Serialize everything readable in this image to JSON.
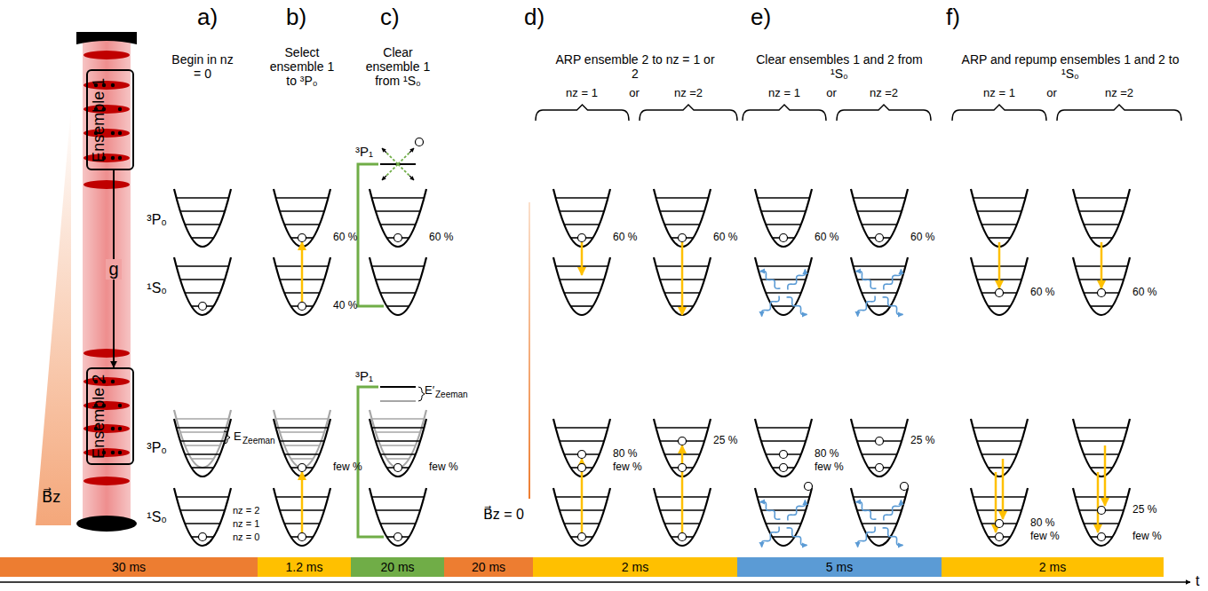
{
  "diagram": {
    "nodes": [
      {
        "text": [
          "Ensemble 1"
        ]
      },
      {
        "text": [
          "Ensemble 2"
        ]
      },
      {
        "text": [
          "30 ms"
        ]
      },
      {
        "text": [
          "1.2 ms"
        ]
      },
      {
        "text": [
          "20 ms"
        ]
      },
      {
        "text": [
          "20 ms"
        ]
      },
      {
        "text": [
          "2 ms"
        ]
      },
      {
        "text": [
          "5 ms"
        ]
      },
      {
        "text": [
          "2 ms"
        ]
      }
    ],
    "edges": [
      {
        "from": 0,
        "to": 1,
        "arrow": "to",
        "label": "g"
      }
    ],
    "labels": [
      "a)",
      "Begin in nz = 0",
      "b)",
      "Select ensemble 1 to ³P₀",
      "c)",
      "Clear ensemble 1 from ¹S₀",
      "d)",
      "ARP ensemble 2 to nz = 1 or 2",
      "e)",
      "Clear ensembles 1 and 2 from ¹S₀",
      "f)",
      "ARP and repump ensembles 1 and 2 to ¹S₀",
      "nz = 1",
      "or",
      "nz =2",
      "nz = 1",
      "or",
      "nz =2",
      "nz = 1",
      "or",
      "nz =2",
      "³P₀",
      "¹S₀",
      "³P₀",
      "¹S₀",
      "nz = 2",
      "nz = 1",
      "nz = 0",
      "E",
      "Zeeman",
      "³P₁",
      "³P₁",
      "E′",
      "Zeeman",
      "B⃗z",
      "B⃗z = 0",
      "t",
      "60 %",
      "40 %",
      "few %",
      "60 %",
      "few %",
      "60 %",
      "80 %",
      "few %",
      "60 %",
      "25 %",
      "60 %",
      "80 %",
      "few %",
      "60 %",
      "25 %",
      "60 %",
      "80 %",
      "few %",
      "60 %",
      "25 %",
      "few %"
    ]
  }
}
